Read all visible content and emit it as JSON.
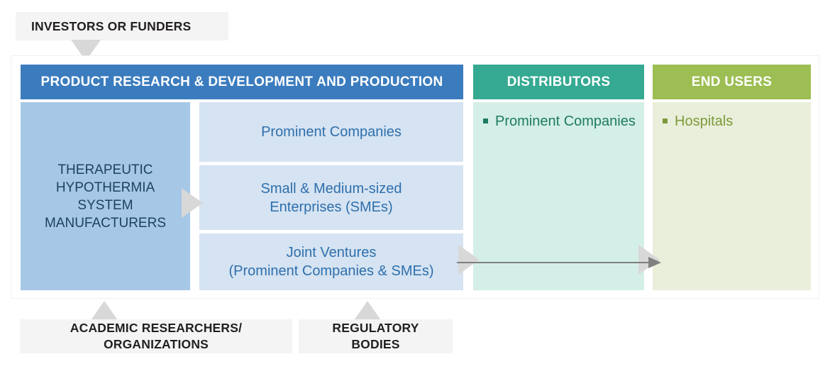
{
  "external_tags": {
    "investors": "INVESTORS OR FUNDERS",
    "academic": "ACADEMIC RESEARCHERS/ ORGANIZATIONS",
    "academic_line1": "ACADEMIC RESEARCHERS/",
    "academic_line2": "ORGANIZATIONS",
    "regulatory_line1": "REGULATORY",
    "regulatory_line2": "BODIES"
  },
  "columns": [
    {
      "id": "product-rnd",
      "header": "PRODUCT RESEARCH & DEVELOPMENT AND PRODUCTION",
      "header_color": "#3b7cbe",
      "primary_block": {
        "lines": [
          "THERAPEUTIC",
          "HYPOTHERMIA",
          "SYSTEM",
          "MANUFACTURERS"
        ],
        "bg_color": "#a6c8e6",
        "text_color": "#1f4161"
      },
      "sub_boxes": [
        {
          "lines": [
            "Prominent Companies"
          ]
        },
        {
          "lines": [
            "Small & Medium-sized",
            "Enterprises (SMEs)"
          ]
        },
        {
          "lines": [
            "Joint Ventures",
            "(Prominent Companies & SMEs)"
          ]
        }
      ],
      "sub_box_bg": "#d5e3f2",
      "sub_box_text_color": "#2f6fac"
    },
    {
      "id": "distributors",
      "header": "DISTRIBUTORS",
      "header_color": "#35a992",
      "body_color": "#d4efe7",
      "text_color": "#1f7a63",
      "bullets": [
        "Prominent Companies"
      ]
    },
    {
      "id": "end-users",
      "header": "END USERS",
      "header_color": "#9cbe53",
      "body_color": "#e9efda",
      "text_color": "#7d9a3b",
      "bullets": [
        "Hospitals"
      ]
    }
  ],
  "arrows": {
    "flow_color": "#d8d8d8",
    "connector_color": "#808080"
  }
}
